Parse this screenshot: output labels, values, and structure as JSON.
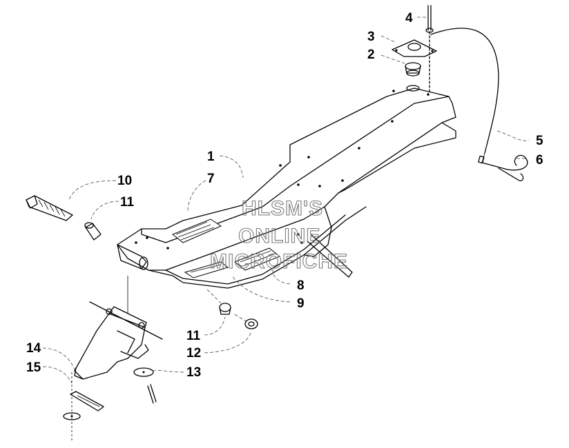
{
  "diagram": {
    "callouts": [
      {
        "id": "1",
        "label": "1"
      },
      {
        "id": "2",
        "label": "2"
      },
      {
        "id": "3",
        "label": "3"
      },
      {
        "id": "4",
        "label": "4"
      },
      {
        "id": "5",
        "label": "5"
      },
      {
        "id": "6",
        "label": "6"
      },
      {
        "id": "7",
        "label": "7"
      },
      {
        "id": "8",
        "label": "8"
      },
      {
        "id": "9",
        "label": "9"
      },
      {
        "id": "10",
        "label": "10"
      },
      {
        "id": "11a",
        "label": "11"
      },
      {
        "id": "11b",
        "label": "11"
      },
      {
        "id": "12",
        "label": "12"
      },
      {
        "id": "13",
        "label": "13"
      },
      {
        "id": "14",
        "label": "14"
      },
      {
        "id": "15",
        "label": "15"
      }
    ],
    "watermark": {
      "line1": "HLSM'S",
      "line2": "ONLINE",
      "line3": "MICROFICHE"
    }
  }
}
